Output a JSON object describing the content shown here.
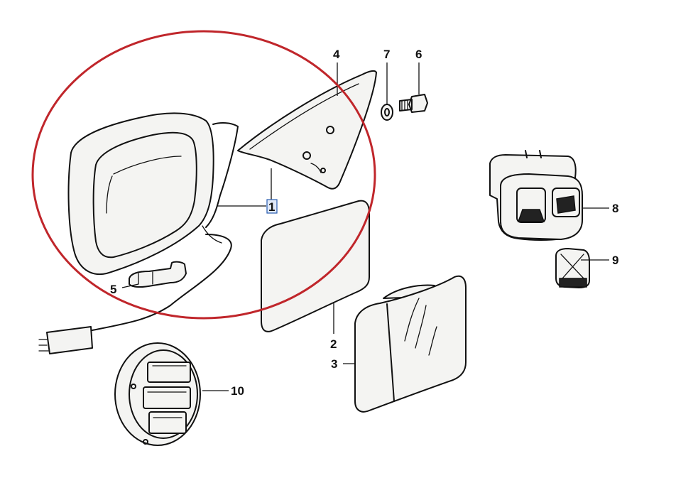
{
  "diagram": {
    "callouts": [
      {
        "id": "1",
        "label": "1"
      },
      {
        "id": "2",
        "label": "2"
      },
      {
        "id": "3",
        "label": "3"
      },
      {
        "id": "4",
        "label": "4"
      },
      {
        "id": "5",
        "label": "5"
      },
      {
        "id": "6",
        "label": "6"
      },
      {
        "id": "7",
        "label": "7"
      },
      {
        "id": "8",
        "label": "8"
      },
      {
        "id": "9",
        "label": "9"
      },
      {
        "id": "10",
        "label": "10"
      }
    ],
    "highlight_color": "#c0262b",
    "selected_callout": "1",
    "selected_highlight_color": "#2a5db0"
  }
}
